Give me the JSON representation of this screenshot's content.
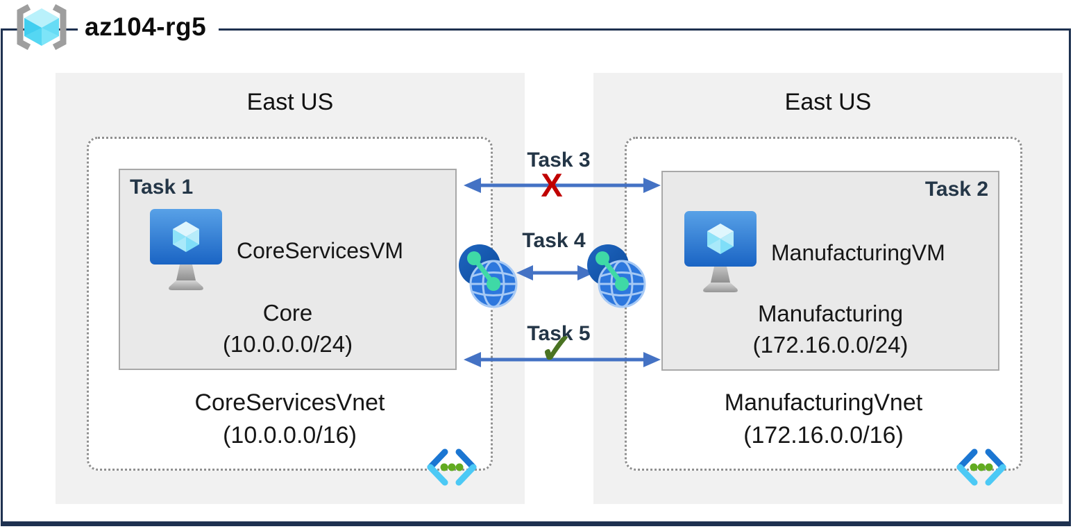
{
  "title": {
    "resource_group": "az104-rg5"
  },
  "regions": [
    {
      "name": "East US",
      "vnet": {
        "name": "CoreServicesVnet",
        "cidr": "(10.0.0.0/16)"
      },
      "subnet": {
        "task": "Task 1",
        "vm_name": "CoreServicesVM",
        "name": "Core",
        "cidr": "(10.0.0.0/24)"
      }
    },
    {
      "name": "East US",
      "vnet": {
        "name": "ManufacturingVnet",
        "cidr": "(172.16.0.0/16)"
      },
      "subnet": {
        "task": "Task 2",
        "vm_name": "ManufacturingVM",
        "name": "Manufacturing",
        "cidr": "(172.16.0.0/24)"
      }
    }
  ],
  "connections": [
    {
      "label": "Task 3",
      "marker": "X",
      "marker_meaning": "blocked"
    },
    {
      "label": "Task 4",
      "marker": "",
      "marker_meaning": "peering-link"
    },
    {
      "label": "Task 5",
      "marker": "✓",
      "marker_meaning": "allowed"
    }
  ],
  "colors": {
    "frame_navy": "#1e3150",
    "arrow_blue": "#4472c4",
    "blocked_x_red": "#c00000",
    "allowed_check_green": "#4a7322",
    "region_fill": "#f1f1f1",
    "subnet_fill": "#e9e9e9",
    "task_text": "#243647",
    "cube_cyan": "#55d7f3",
    "peering_green": "#3fd9a6"
  }
}
